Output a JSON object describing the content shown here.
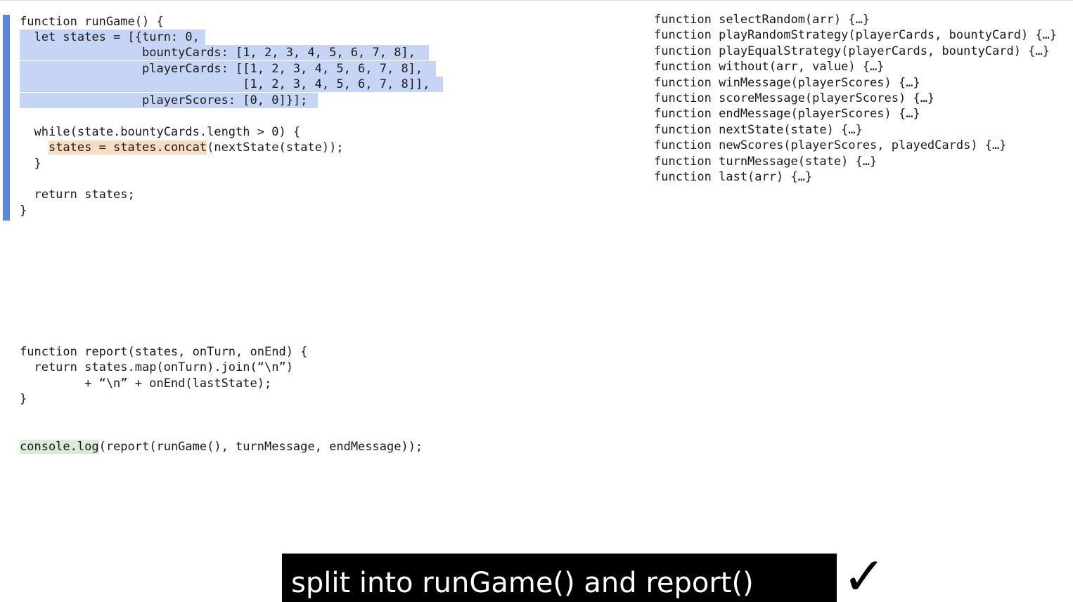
{
  "left_code": {
    "run_game": [
      "function runGame() {",
      "  let states = [{turn: 0,",
      "                 bountyCards: [1, 2, 3, 4, 5, 6, 7, 8],",
      "                 playerCards: [[1, 2, 3, 4, 5, 6, 7, 8],",
      "                               [1, 2, 3, 4, 5, 6, 7, 8]],",
      "                 playerScores: [0, 0]}];",
      "",
      "  while(state.bountyCards.length > 0) {",
      "    states = states.concat(nextState(state));",
      "  }",
      "",
      "  return states;",
      "}"
    ],
    "while_body_indent": "    ",
    "while_body_highlight": "states = states.concat",
    "while_body_rest": "(nextState(state));",
    "report": [
      "function report(states, onTurn, onEnd) {",
      "  return states.map(onTurn).join(“\\n”)",
      "         + “\\n” + onEnd(lastState);",
      "}"
    ],
    "console_highlight": "console.log",
    "console_rest": "(report(runGame(), turnMessage, endMessage));"
  },
  "right_code": {
    "lines": [
      "function selectRandom(arr) {…}",
      "function playRandomStrategy(playerCards, bountyCard) {…}",
      "function playEqualStrategy(playerCards, bountyCard) {…}",
      "function without(arr, value) {…}",
      "function winMessage(playerScores) {…}",
      "function scoreMessage(playerScores) {…}",
      "function endMessage(playerScores) {…}",
      "function nextState(state) {…}",
      "function newScores(playerScores, playedCards) {…}",
      "function turnMessage(state) {…}",
      "function last(arr) {…}"
    ]
  },
  "caption": {
    "text": "split into runGame() and report()",
    "check": "✓"
  },
  "colors": {
    "selection": "#c6d5f5",
    "orange_highlight": "#f8dcc2",
    "green_highlight": "#d9ecd9",
    "change_bar": "#5b85dd"
  }
}
